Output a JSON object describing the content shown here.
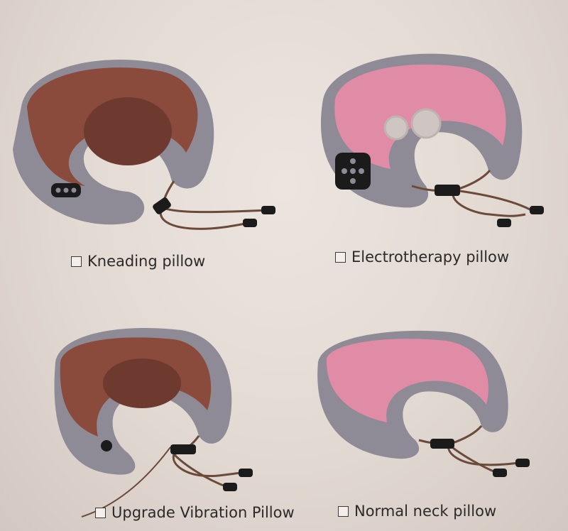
{
  "options": [
    {
      "label": "Kneading pillow",
      "checked": false
    },
    {
      "label": "Electrotherapy pillow",
      "checked": false
    },
    {
      "label": "Upgrade Vibration Pillow",
      "checked": false
    },
    {
      "label": "Normal neck pillow",
      "checked": false
    }
  ],
  "colors": {
    "background": "#e6ded7",
    "grey_fabric": "#8f8b96",
    "brown_velvet": "#8a4a3c",
    "pink_velvet": "#e08ca6",
    "cord": "#6b4a3a",
    "control": "#1b1b1b"
  },
  "icons": [
    "kneading-pillow-icon",
    "electrotherapy-pillow-icon",
    "vibration-pillow-icon",
    "normal-neck-pillow-icon",
    "checkbox-icon"
  ]
}
